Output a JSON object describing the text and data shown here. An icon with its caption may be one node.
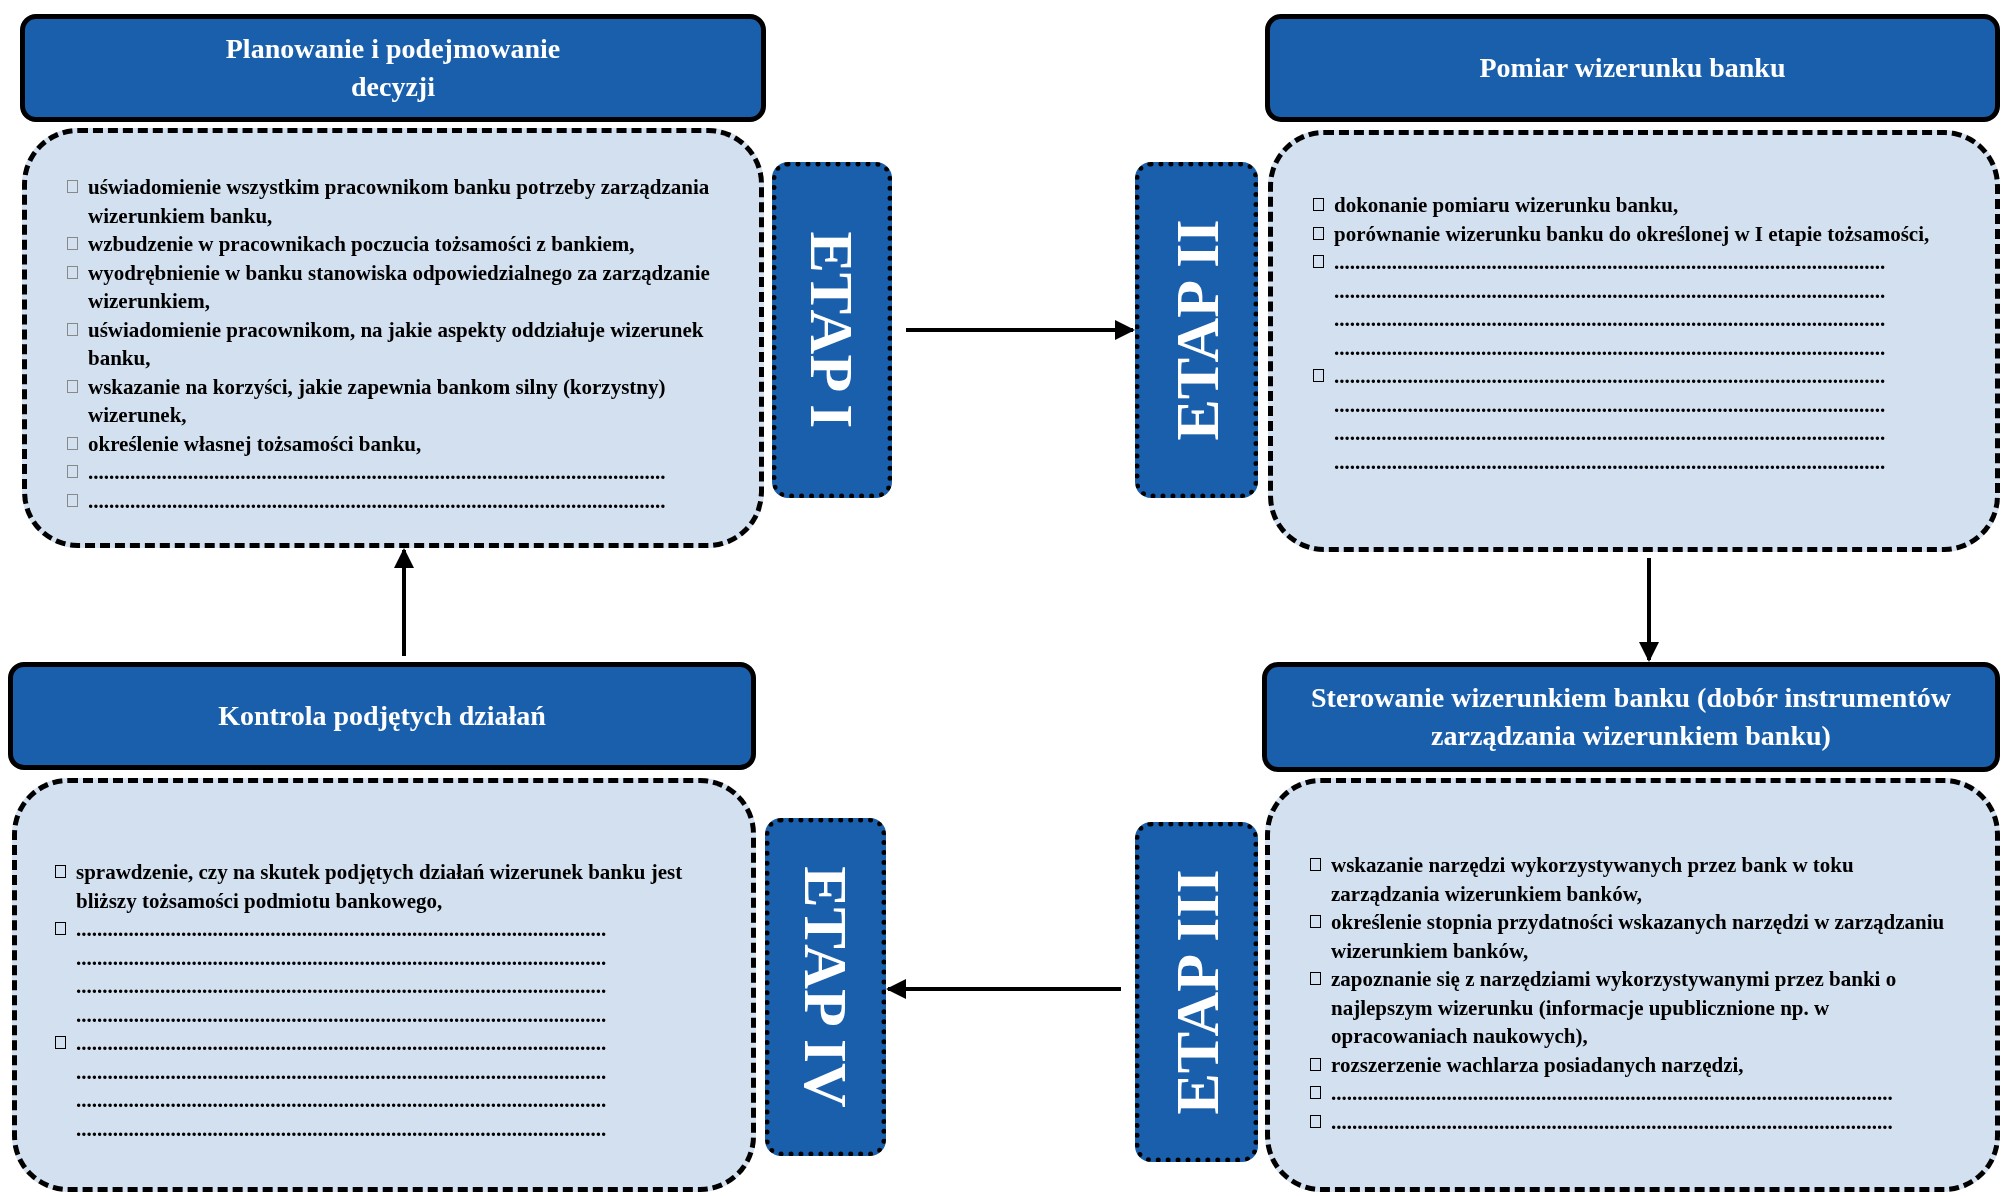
{
  "diagram": {
    "nodes": [
      {
        "text": [
          "Planowanie i podejmowanie decyzji"
        ]
      },
      {
        "text": [
          "uświadomienie wszystkim pracownikom banku potrzeby zarządzania wizerunkiem banku,",
          "wzbudzenie w pracownikach poczucia tożsamości z bankiem,",
          "wyodrębnienie w banku stanowiska odpowiedzialnego za zarządzanie wizerunkiem,",
          "uświadomienie pracownikom, na jakie aspekty oddziałuje wizerunek banku,",
          "wskazanie na korzyści, jakie zapewnia bankom silny (korzystny) wizerunek,",
          "określenie własnej tożsamości banku,",
          "..............................................................................................................",
          ".............................................................................................................."
        ]
      },
      {
        "text": [
          "ETAP I"
        ]
      },
      {
        "text": [
          "Pomiar wizerunku banku"
        ]
      },
      {
        "text": [
          "dokonanie pomiaru wizerunku banku,",
          "porównanie wizerunku banku do określonej w I etapie tożsamości,",
          "......................................................................................................... ......................................................................................................... ......................................................................................................... .........................................................................................................",
          "......................................................................................................... ......................................................................................................... ......................................................................................................... ........................................................................................................."
        ]
      },
      {
        "text": [
          "ETAP II"
        ]
      },
      {
        "text": [
          "Sterowanie wizerunkiem banku (dobór instrumentów zarządzania wizerunkiem banku)"
        ]
      },
      {
        "text": [
          "wskazanie narzędzi wykorzystywanych przez bank w toku zarządzania wizerunkiem banków,",
          "określenie stopnia przydatności wskazanych narzędzi w zarządzaniu wizerunkiem banków,",
          "zapoznanie się z narzędziami wykorzystywanymi przez banki o najlepszym wizerunku (informacje upublicznione np. w opracowaniach naukowych),",
          "rozszerzenie wachlarza posiadanych narzędzi,",
          "...........................................................................................................",
          "..........................................................................................................."
        ]
      },
      {
        "text": [
          "ETAP III"
        ]
      },
      {
        "text": [
          "Kontrola podjętych działań"
        ]
      },
      {
        "text": [
          "sprawdzenie, czy na skutek podjętych działań wizerunek banku jest bliższy tożsamości podmiotu bankowego,",
          "..................................................................................................... ..................................................................................................... ..................................................................................................... .....................................................................................................",
          "..................................................................................................... ..................................................................................................... ..................................................................................................... ....................................................................................................."
        ]
      },
      {
        "text": [
          "ETAP IV"
        ]
      }
    ],
    "edges": [
      {
        "from": 2,
        "to": 5,
        "arrow": "to"
      },
      {
        "from": 4,
        "to": 6,
        "arrow": "to"
      },
      {
        "from": 8,
        "to": 11,
        "arrow": "to"
      },
      {
        "from": 9,
        "to": 1,
        "arrow": "to"
      }
    ]
  }
}
